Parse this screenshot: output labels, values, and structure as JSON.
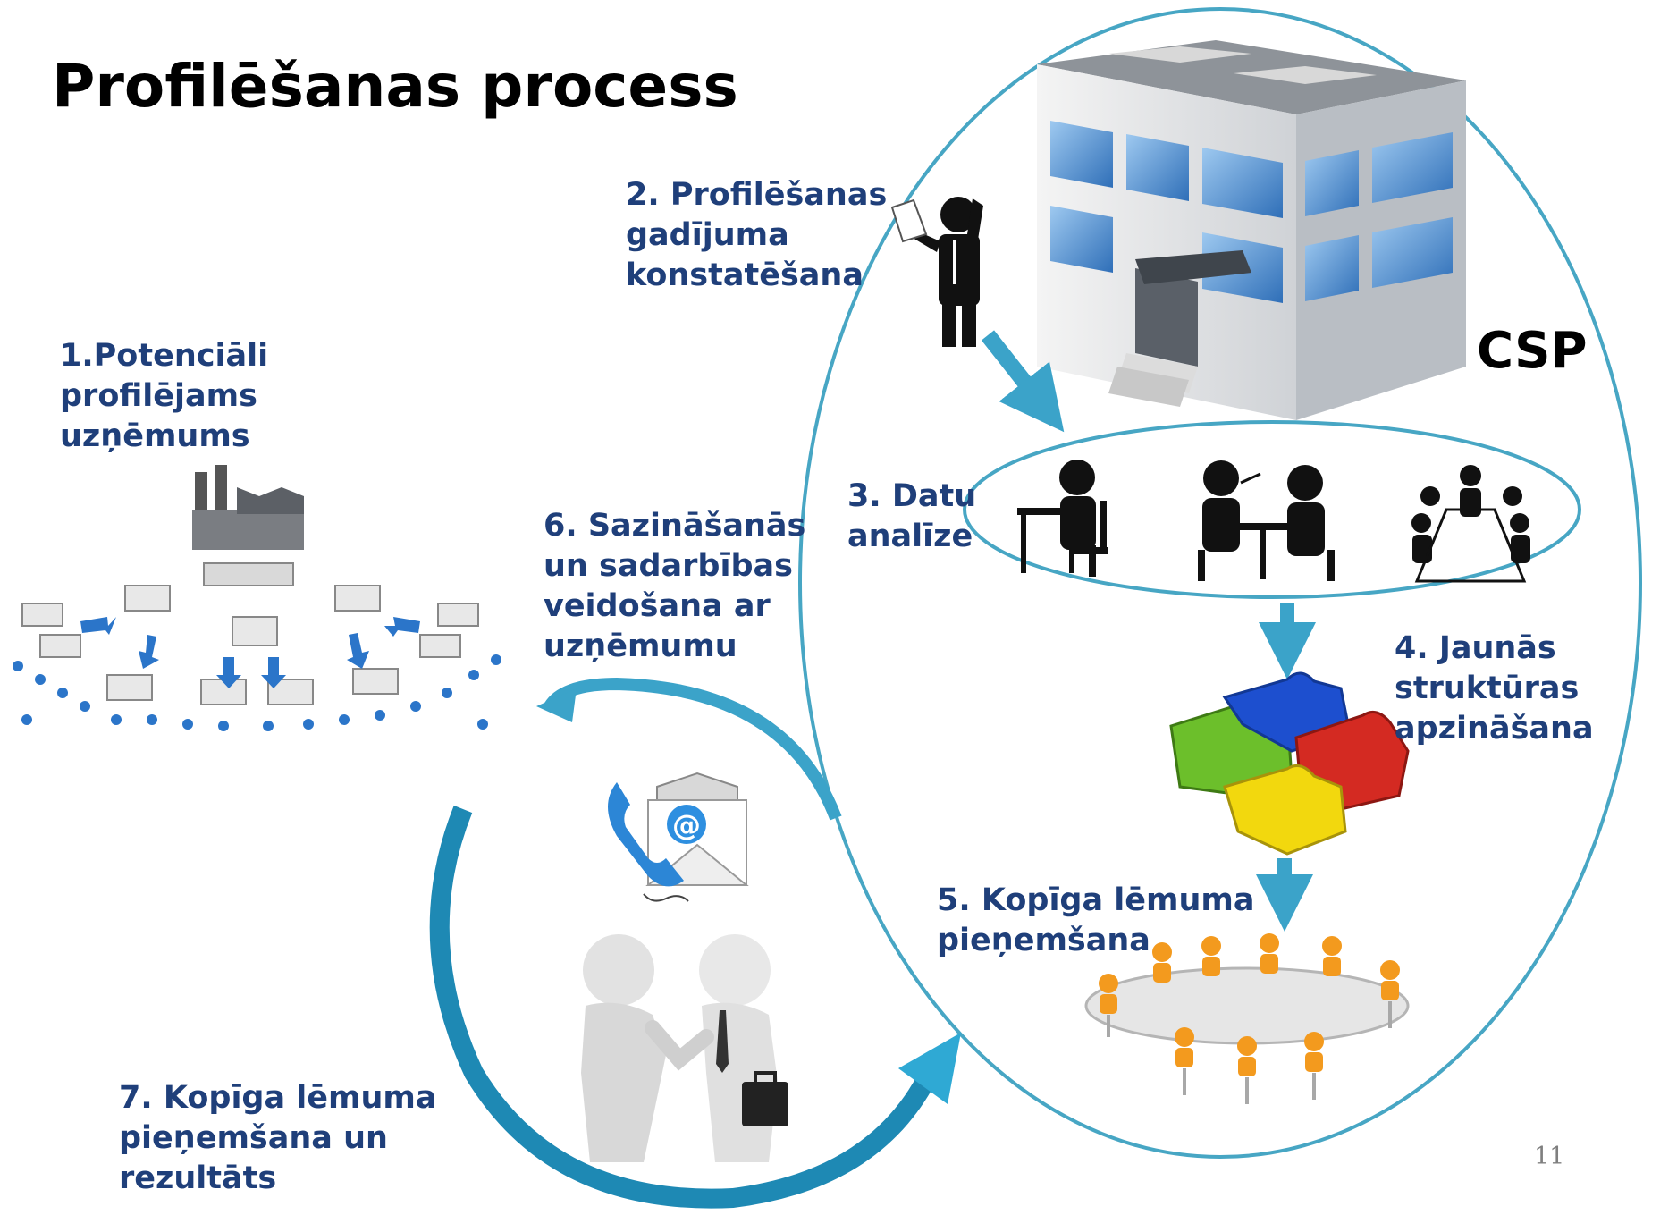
{
  "title": "Profilēšanas process",
  "org_label": "CSP",
  "page_number": "11",
  "steps": [
    {
      "lines": [
        "1.Potenciāli",
        "profilējams",
        "uzņēmums"
      ]
    },
    {
      "lines": [
        "2. Profilēšanas",
        "gadījuma",
        "konstatēšana"
      ]
    },
    {
      "lines": [
        "3. Datu",
        "analīze"
      ]
    },
    {
      "lines": [
        "4. Jaunās",
        "struktūras",
        "apzināšana"
      ]
    },
    {
      "lines": [
        "5. Kopīga lēmuma",
        "pieņemšana"
      ]
    },
    {
      "lines": [
        "6. Sazināšanās",
        "un sadarbības",
        "veidošana ar",
        "uzņēmumu"
      ]
    },
    {
      "lines": [
        "7. Kopīga lēmuma",
        "pieņemšana un",
        "rezultāts"
      ]
    }
  ],
  "icons": {
    "email": "@"
  },
  "colors": {
    "ellipse": "#47a6c4",
    "arrow": "#3ba3c9",
    "text": "#1f3f7a",
    "puzzle": [
      "#1d4fcf",
      "#6cbf2b",
      "#d42a22",
      "#f2d80e"
    ]
  }
}
